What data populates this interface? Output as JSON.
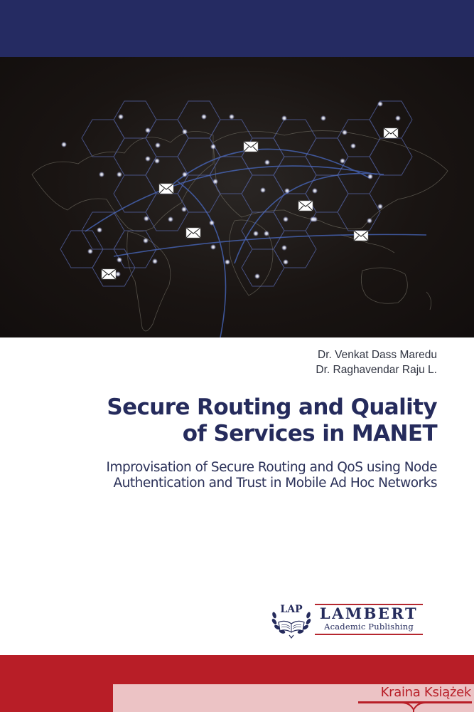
{
  "cover": {
    "colors": {
      "top_band": "#252b62",
      "image_background": "#191412",
      "title_text": "#252b5c",
      "author_text": "#2f3340",
      "bottom_band": "#b81e27",
      "watermark_bg": "#ecc3c5"
    },
    "image": {
      "description": "Dark world map with hexagonal network grid, glowing nodes, arcs and envelope icons",
      "icons": [
        "envelope-icon",
        "envelope-icon",
        "envelope-icon",
        "envelope-icon",
        "envelope-icon",
        "envelope-icon",
        "envelope-icon"
      ]
    },
    "authors": [
      "Dr. Venkat Dass Maredu",
      "Dr. Raghavendar Raju L."
    ],
    "title_lines": [
      "Secure Routing and Quality",
      "of Services in MANET"
    ],
    "subtitle_lines": [
      "Improvisation of Secure Routing and QoS using Node",
      "Authentication and Trust in Mobile Ad Hoc Networks"
    ],
    "publisher": {
      "emblem_text": "LAP",
      "name": "LAMBERT",
      "tagline": "Academic Publishing"
    },
    "watermark": {
      "text": "Kraina Książek"
    }
  }
}
